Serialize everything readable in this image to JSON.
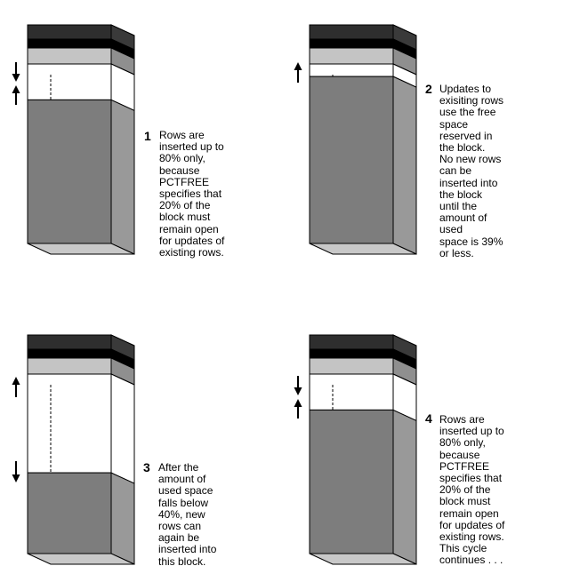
{
  "colors": {
    "block_header_dark": "#2e2e2e",
    "block_header_black": "#000000",
    "block_header_light": "#c4c4c4",
    "used_space": "#7d7d7d",
    "free_space": "#ffffff",
    "side_face_header": "#3a3a3a",
    "side_face_body": "#999999",
    "bottom_face": "#c8c8c8"
  },
  "panels": [
    {
      "step": "1",
      "caption_lines": [
        "Rows are",
        "inserted up to",
        "80% only,",
        "because",
        "PCTFREE",
        "specifies that",
        "20% of the",
        "block must",
        "remain open",
        "for updates of",
        "existing rows."
      ],
      "used_fraction": 0.8,
      "arrows": [
        "down",
        "up"
      ]
    },
    {
      "step": "2",
      "caption_lines": [
        "Updates to",
        "exisiting rows",
        "use the free",
        "space",
        "reserved in",
        "the block.",
        "No new rows",
        "can be",
        "inserted into",
        "the block",
        "until the",
        "amount of",
        "used",
        "space is 39%",
        "or less."
      ],
      "used_fraction": 0.93,
      "arrows": [
        "up"
      ]
    },
    {
      "step": "3",
      "caption_lines": [
        "After the",
        "amount of",
        "used space",
        "falls below",
        "40%, new",
        "rows can",
        "again be",
        "inserted into",
        "this block."
      ],
      "used_fraction": 0.45,
      "arrows": [
        "up",
        "down"
      ]
    },
    {
      "step": "4",
      "caption_lines": [
        "Rows are",
        "inserted up to",
        "80% only,",
        "because",
        "PCTFREE",
        "specifies that",
        "20% of the",
        "block must",
        "remain open",
        "for updates of",
        "existing rows.",
        "This cycle",
        "continues . . ."
      ],
      "used_fraction": 0.8,
      "arrows": [
        "down",
        "up"
      ]
    }
  ]
}
